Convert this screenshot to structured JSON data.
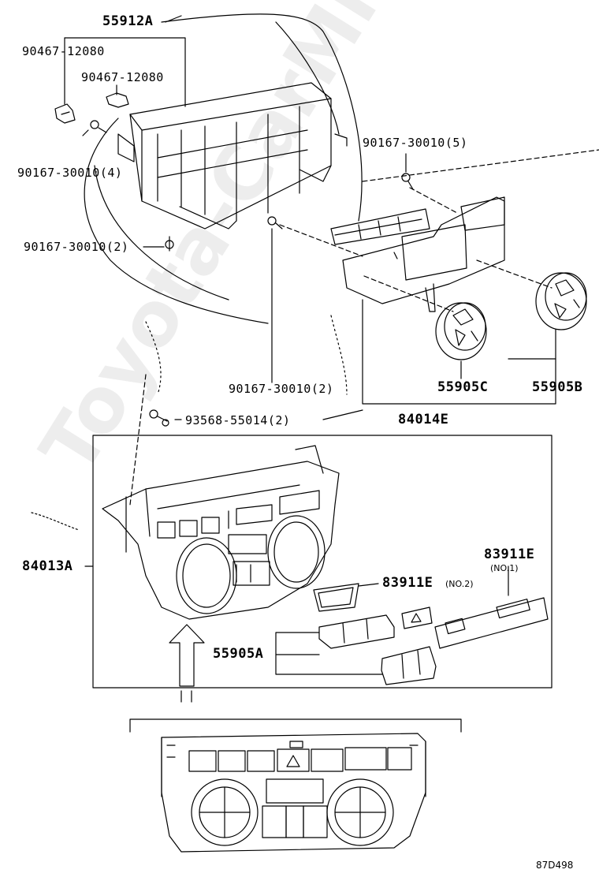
{
  "labels": {
    "p55912A": "55912A",
    "p90467_a": "90467-12080",
    "p90467_b": "90467-12080",
    "p90167_5": "90167-30010(5)",
    "p90167_4": "90167-30010(4)",
    "p90167_2a": "90167-30010(2)",
    "p90167_2b": "90167-30010(2)",
    "p55905C": "55905C",
    "p55905B": "55905B",
    "p93568": "93568-55014(2)",
    "p84014E": "84014E",
    "p84013A": "84013A",
    "p83911E_top": "83911E",
    "p83911E_top_sub": "(NO.1)",
    "p83911E_mid": "83911E",
    "p83911E_mid_sub": "(NO.2)",
    "p55905A": "55905A"
  },
  "diagram_code": "87D498",
  "watermark": "Toyota-CarMine.ru"
}
